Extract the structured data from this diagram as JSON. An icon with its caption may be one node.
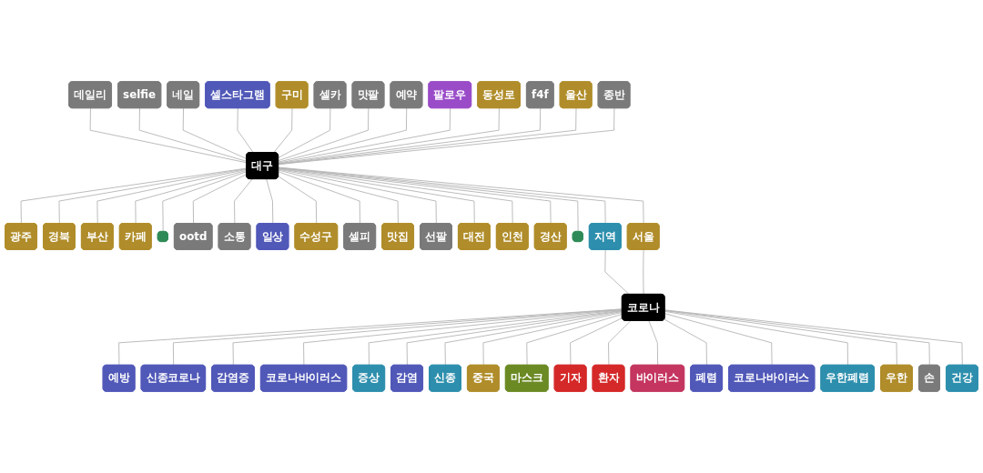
{
  "diagram": {
    "nodes": [
      {
        "text": [
          "데일리"
        ]
      },
      {
        "text": [
          "selfie"
        ]
      },
      {
        "text": [
          "네일"
        ]
      },
      {
        "text": [
          "셀스타그램"
        ]
      },
      {
        "text": [
          "구미"
        ]
      },
      {
        "text": [
          "셀카"
        ]
      },
      {
        "text": [
          "맛팔"
        ]
      },
      {
        "text": [
          "예약"
        ]
      },
      {
        "text": [
          "팔로우"
        ]
      },
      {
        "text": [
          "동성로"
        ]
      },
      {
        "text": [
          "f4f"
        ]
      },
      {
        "text": [
          "대구"
        ]
      },
      {
        "text": [
          "울산"
        ]
      },
      {
        "text": [
          "종반"
        ]
      },
      {
        "text": [
          "광주"
        ]
      },
      {
        "text": [
          "경북"
        ]
      },
      {
        "text": [
          "부산"
        ]
      },
      {
        "text": [
          "카페"
        ]
      },
      {
        "text": [],
        "shape": "box"
      },
      {
        "text": [
          "ootd"
        ]
      },
      {
        "text": [
          "소통"
        ]
      },
      {
        "text": [
          "일상"
        ]
      },
      {
        "text": [
          "수성구"
        ]
      },
      {
        "text": [
          "셀피"
        ]
      },
      {
        "text": [
          "맛집"
        ]
      },
      {
        "text": [
          "선팔"
        ]
      },
      {
        "text": [
          "대전"
        ]
      },
      {
        "text": [
          "인천"
        ]
      },
      {
        "text": [
          "경산"
        ]
      },
      {
        "text": [],
        "shape": "box"
      },
      {
        "text": [
          "예방"
        ]
      },
      {
        "text": [
          "신종코로나"
        ]
      },
      {
        "text": [
          "감염증"
        ]
      },
      {
        "text": [
          "코로나바이러스"
        ]
      },
      {
        "text": [
          "증상"
        ]
      },
      {
        "text": [
          "감염"
        ]
      },
      {
        "text": [
          "신종"
        ]
      },
      {
        "text": [
          "지역"
        ]
      },
      {
        "text": [
          "중국"
        ]
      },
      {
        "text": [
          "마스크"
        ]
      },
      {
        "text": [
          "코로나"
        ]
      },
      {
        "text": [
          "기자"
        ]
      },
      {
        "text": [
          "환자"
        ]
      },
      {
        "text": [
          "서울"
        ]
      },
      {
        "text": [
          "바이러스"
        ]
      },
      {
        "text": [
          "폐렴"
        ]
      },
      {
        "text": [
          "코로나바이러스"
        ]
      },
      {
        "text": [
          "우한폐렴"
        ]
      },
      {
        "text": [
          "우한"
        ]
      },
      {
        "text": [
          "손"
        ]
      },
      {
        "text": [
          "건강"
        ]
      }
    ],
    "edges": [
      {
        "from": 0,
        "to": 11,
        "arrow": "none"
      },
      {
        "from": 1,
        "to": 11,
        "arrow": "none"
      },
      {
        "from": 2,
        "to": 11,
        "arrow": "none"
      },
      {
        "from": 3,
        "to": 11,
        "arrow": "none"
      },
      {
        "from": 4,
        "to": 11,
        "arrow": "none"
      },
      {
        "from": 5,
        "to": 11,
        "arrow": "none"
      },
      {
        "from": 6,
        "to": 11,
        "arrow": "none"
      },
      {
        "from": 7,
        "to": 11,
        "arrow": "none"
      },
      {
        "from": 8,
        "to": 11,
        "arrow": "none"
      },
      {
        "from": 9,
        "to": 11,
        "arrow": "none"
      },
      {
        "from": 10,
        "to": 11,
        "arrow": "none"
      },
      {
        "from": 12,
        "to": 11,
        "arrow": "none"
      },
      {
        "from": 13,
        "to": 11,
        "arrow": "none"
      },
      {
        "from": 11,
        "to": 14,
        "arrow": "none"
      },
      {
        "from": 11,
        "to": 15,
        "arrow": "none"
      },
      {
        "from": 11,
        "to": 16,
        "arrow": "none"
      },
      {
        "from": 11,
        "to": 17,
        "arrow": "none"
      },
      {
        "from": 11,
        "to": 18,
        "arrow": "none"
      },
      {
        "from": 11,
        "to": 19,
        "arrow": "none"
      },
      {
        "from": 11,
        "to": 20,
        "arrow": "none"
      },
      {
        "from": 11,
        "to": 21,
        "arrow": "none"
      },
      {
        "from": 11,
        "to": 22,
        "arrow": "none"
      },
      {
        "from": 11,
        "to": 23,
        "arrow": "none"
      },
      {
        "from": 11,
        "to": 24,
        "arrow": "none"
      },
      {
        "from": 11,
        "to": 25,
        "arrow": "none"
      },
      {
        "from": 11,
        "to": 26,
        "arrow": "none"
      },
      {
        "from": 11,
        "to": 27,
        "arrow": "none"
      },
      {
        "from": 11,
        "to": 28,
        "arrow": "none"
      },
      {
        "from": 11,
        "to": 29,
        "arrow": "none"
      },
      {
        "from": 11,
        "to": 37,
        "arrow": "none"
      },
      {
        "from": 11,
        "to": 43,
        "arrow": "none"
      },
      {
        "from": 37,
        "to": 40,
        "arrow": "none"
      },
      {
        "from": 43,
        "to": 40,
        "arrow": "none"
      },
      {
        "from": 40,
        "to": 30,
        "arrow": "none"
      },
      {
        "from": 40,
        "to": 31,
        "arrow": "none"
      },
      {
        "from": 40,
        "to": 32,
        "arrow": "none"
      },
      {
        "from": 40,
        "to": 33,
        "arrow": "none"
      },
      {
        "from": 40,
        "to": 34,
        "arrow": "none"
      },
      {
        "from": 40,
        "to": 35,
        "arrow": "none"
      },
      {
        "from": 40,
        "to": 36,
        "arrow": "none"
      },
      {
        "from": 40,
        "to": 38,
        "arrow": "none"
      },
      {
        "from": 40,
        "to": 39,
        "arrow": "none"
      },
      {
        "from": 40,
        "to": 41,
        "arrow": "none"
      },
      {
        "from": 40,
        "to": 42,
        "arrow": "none"
      },
      {
        "from": 40,
        "to": 44,
        "arrow": "none"
      },
      {
        "from": 40,
        "to": 45,
        "arrow": "none"
      },
      {
        "from": 40,
        "to": 46,
        "arrow": "none"
      },
      {
        "from": 40,
        "to": 47,
        "arrow": "none"
      },
      {
        "from": 40,
        "to": 48,
        "arrow": "none"
      },
      {
        "from": 40,
        "to": 49,
        "arrow": "none"
      },
      {
        "from": 40,
        "to": 50,
        "arrow": "none"
      }
    ]
  }
}
